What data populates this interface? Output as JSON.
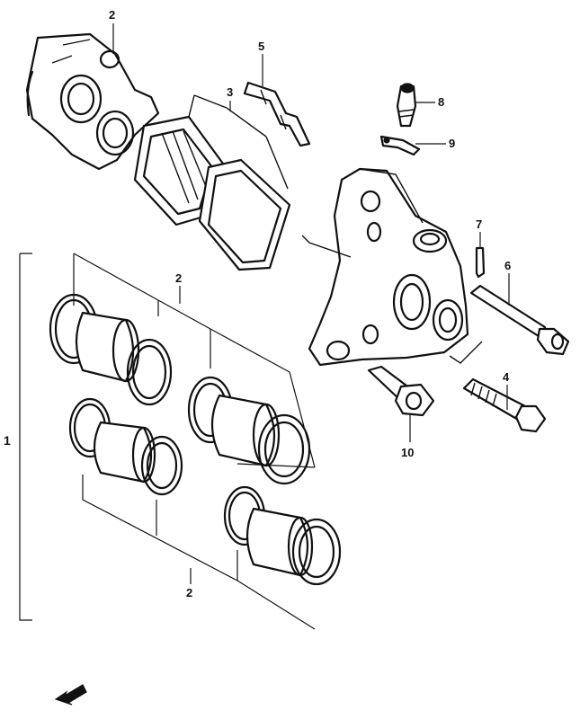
{
  "callouts": {
    "c1": "1",
    "c2_top": "2",
    "c2_kit_upper": "2",
    "c2_kit_lower": "2",
    "c3": "3",
    "c4": "4",
    "c5": "5",
    "c6": "6",
    "c7": "7",
    "c8": "8",
    "c9": "9",
    "c10": "10"
  },
  "icons": {
    "direction_arrow": "front-direction-arrow-icon"
  }
}
